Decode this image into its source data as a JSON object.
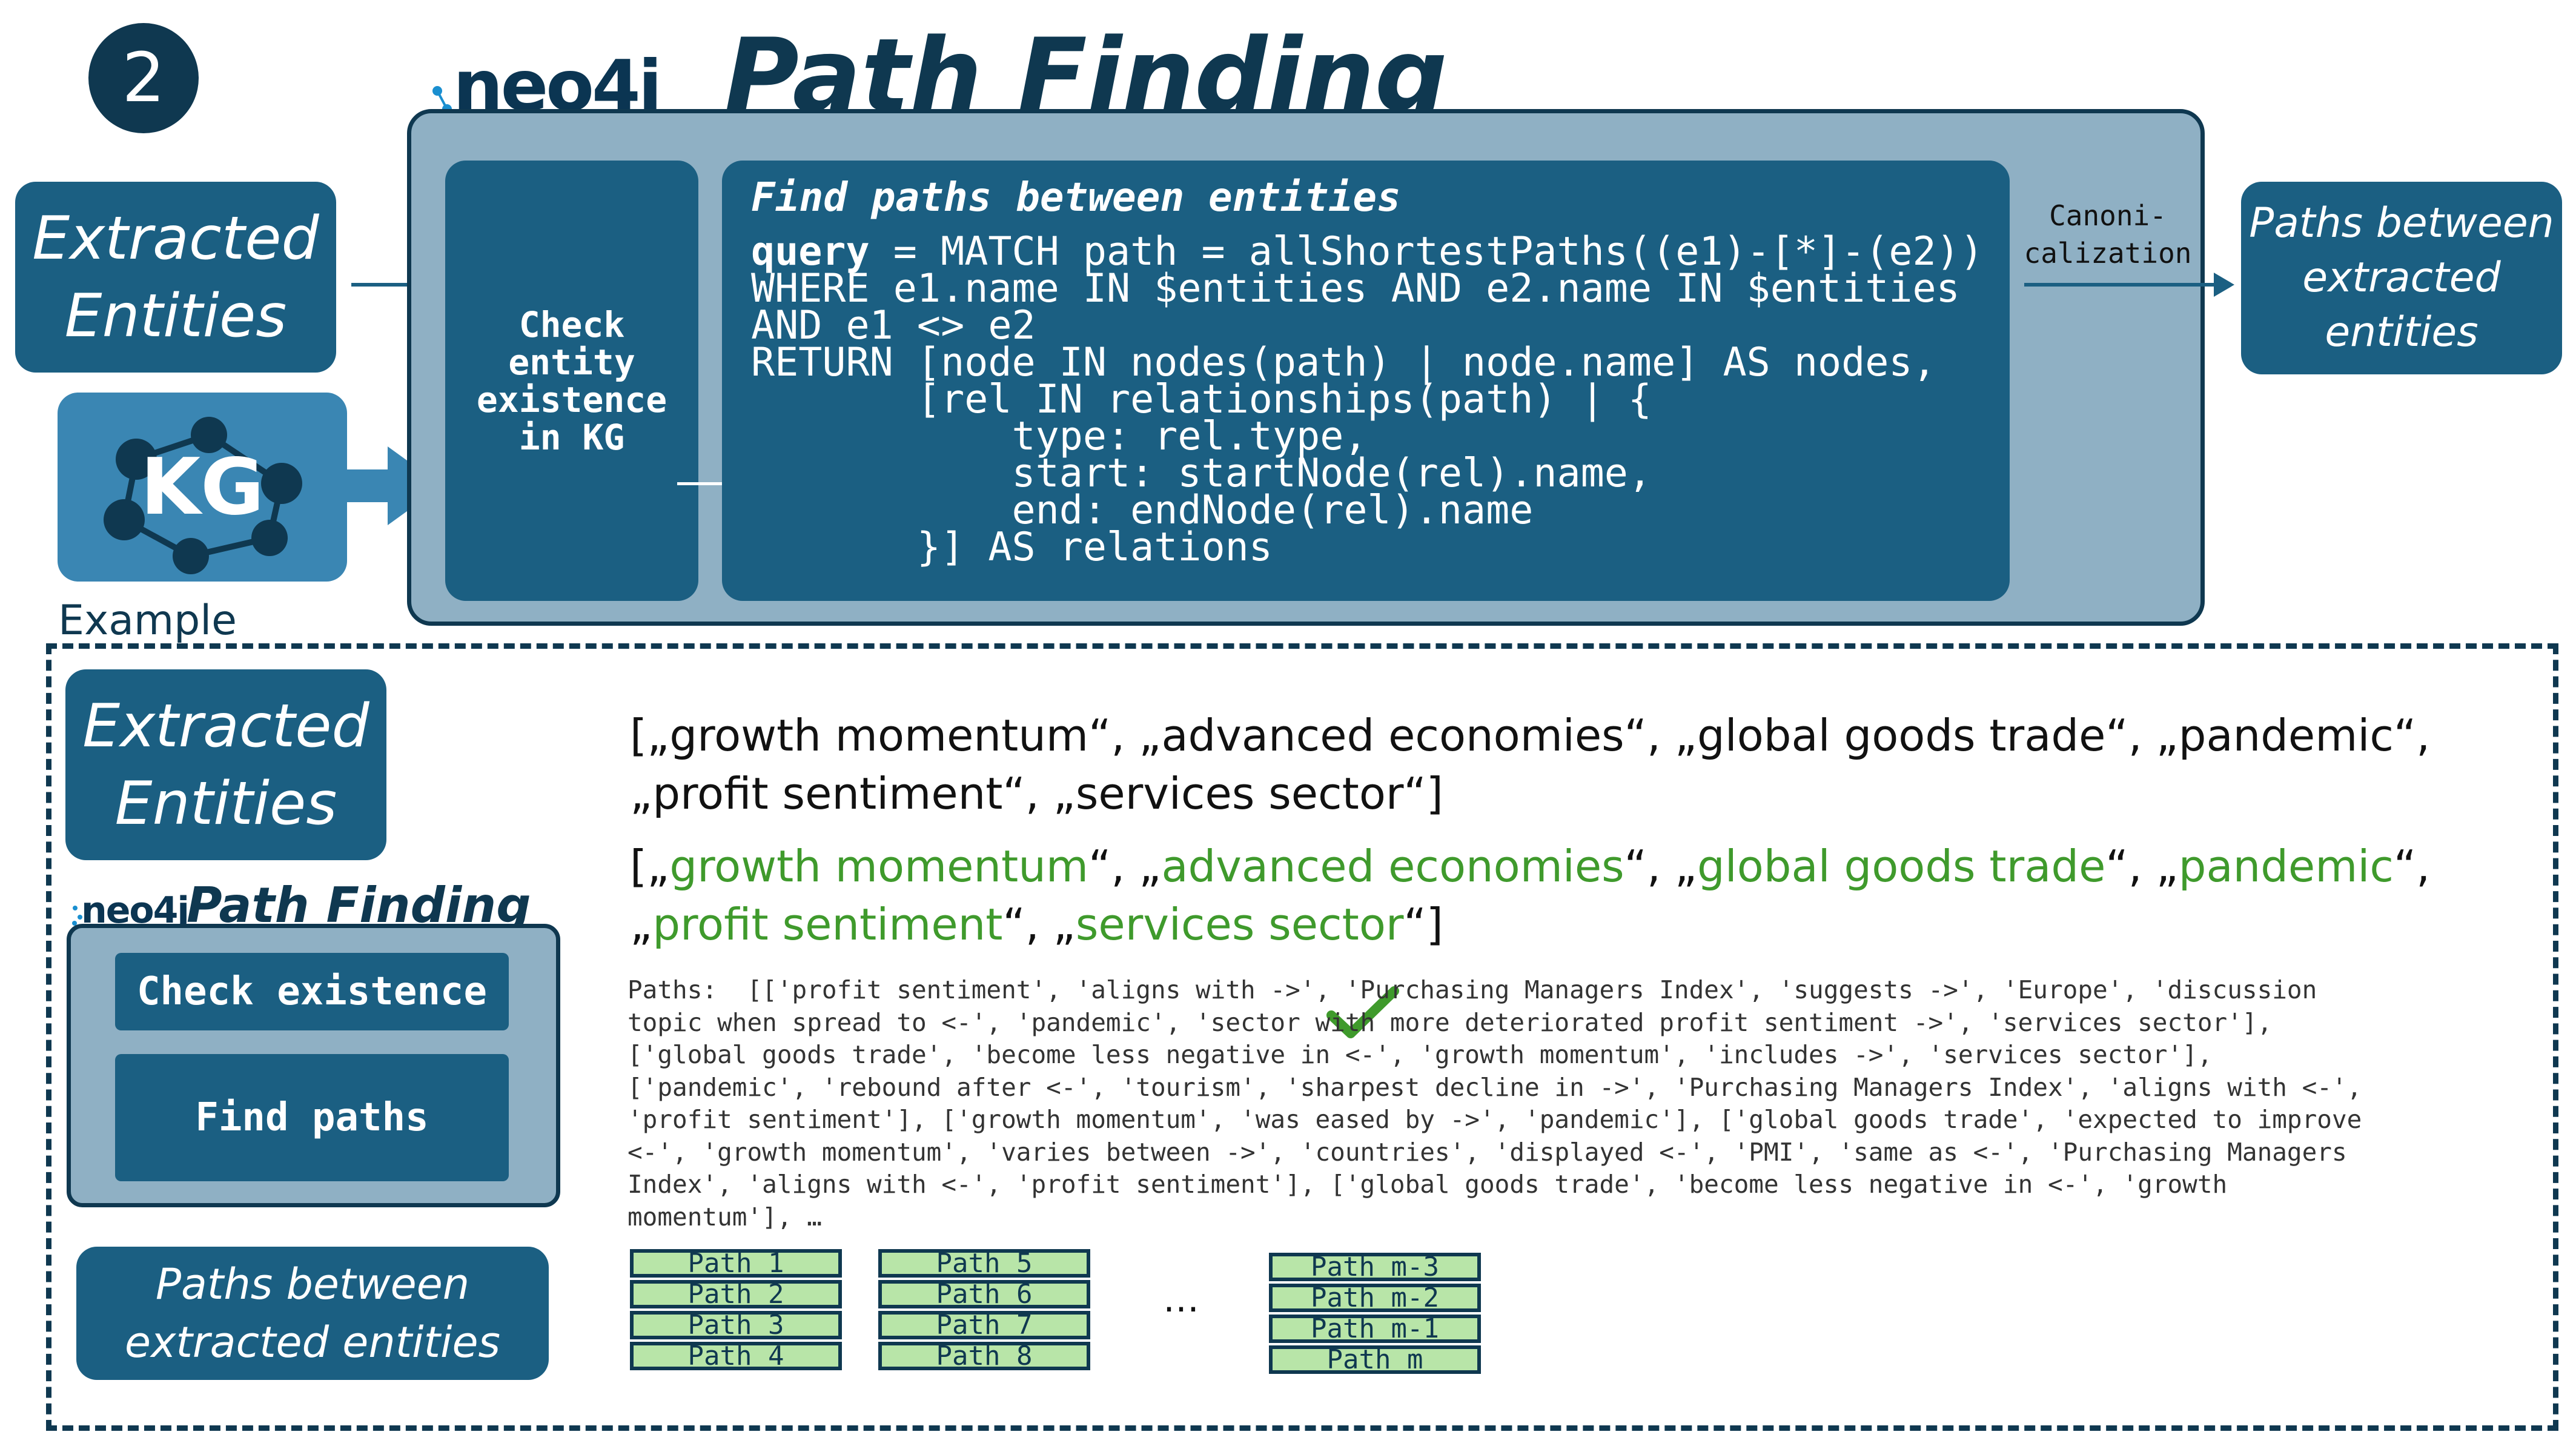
{
  "step_number": "2",
  "logo_text": "neo4j",
  "title": "Path Finding",
  "extracted_entities_label": "Extracted\nEntities",
  "kg_label": "KG",
  "check_box_label": "Check\nentity\nexistence\nin KG",
  "code_title": "Find paths between entities",
  "code_lines": [
    "MATCH path = allShortestPaths((e1)-[*]-(e2))",
    "WHERE e1.name IN $entities AND e2.name IN $entities",
    "AND e1 <> e2",
    "RETURN [node IN nodes(path) | node.name] AS nodes,",
    "       [rel IN relationships(path) | {",
    "           type: rel.type,",
    "           start: startNode(rel).name,",
    "           end: endNode(rel).name",
    "       }] AS relations"
  ],
  "code_query_keyword": "query",
  "canonicalization_label": "Canoni-\ncalization",
  "paths_output_label": "Paths between\nextracted\nentities",
  "example_label": "Example",
  "example": {
    "entities_label": "Extracted\nEntities",
    "mini_title": "Path Finding",
    "mini_logo": "neo4j",
    "check_existence": "Check existence",
    "find_paths": "Find paths",
    "paths_between": "Paths between\nextracted entities",
    "entity_list_line1_prefix": "[„",
    "entities": [
      "growth momentum",
      "advanced economies",
      "global goods trade",
      "pandemic",
      "profit sentiment",
      "services sector"
    ],
    "entity_list_suffix": "“]",
    "paths_text": "Paths:  [['profit sentiment', 'aligns with ->', 'Purchasing Managers Index', 'suggests ->', 'Europe', 'discussion\ntopic when spread to <-', 'pandemic', 'sector with more deteriorated profit sentiment ->', 'services sector'],\n['global goods trade', 'become less negative in <-', 'growth momentum', 'includes ->', 'services sector'],\n['pandemic', 'rebound after <-', 'tourism', 'sharpest decline in ->', 'Purchasing Managers Index', 'aligns with <-',\n'profit sentiment'], ['growth momentum', 'was eased by ->', 'pandemic'], ['global goods trade', 'expected to improve\n<-', 'growth momentum', 'varies between ->', 'countries', 'displayed <-', 'PMI', 'same as <-', 'Purchasing Managers\nIndex', 'aligns with <-', 'profit sentiment'], ['global goods trade', 'become less negative in <-', 'growth\nmomentum'], …",
    "path_groups": [
      [
        "Path 1",
        "Path 2",
        "Path 3",
        "Path 4"
      ],
      [
        "Path 5",
        "Path 6",
        "Path 7",
        "Path 8"
      ],
      [
        "Path m-3",
        "Path m-2",
        "Path m-1",
        "Path m"
      ]
    ],
    "ellipsis": "…"
  },
  "colors": {
    "dark_navy": "#0f3850",
    "teal_box": "#1b5f82",
    "panel_bg": "#8fb0c4",
    "kg_box": "#3a86b3",
    "green_text": "#3f9a2c",
    "path_chip": "#b8e5a8"
  }
}
